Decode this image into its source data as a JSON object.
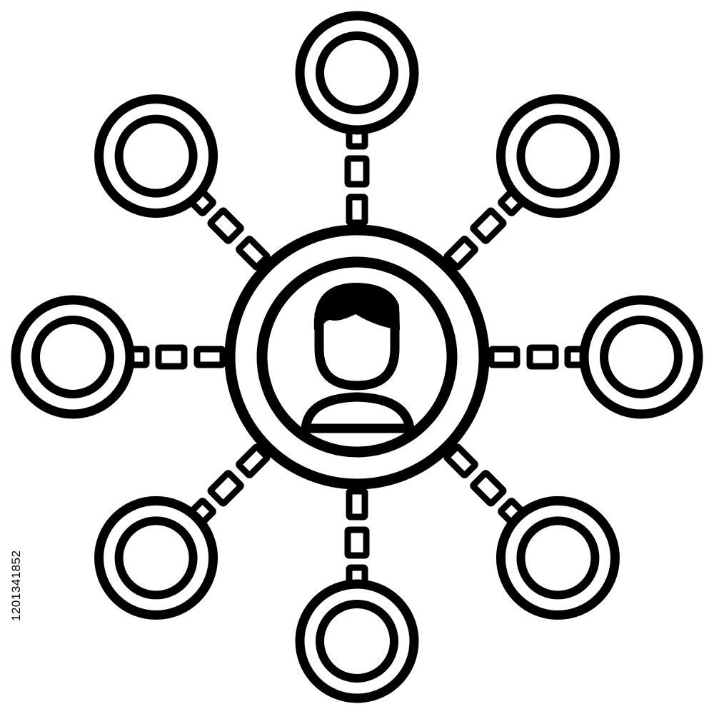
{
  "diagram": {
    "type": "hub-and-spoke network",
    "center": {
      "icon": "person-icon"
    },
    "satellite_count": 8,
    "links_per_spoke": 3,
    "colors": {
      "stroke": "#000000",
      "background": "#ffffff"
    }
  },
  "watermark": {
    "stock_id": "1201341852"
  }
}
